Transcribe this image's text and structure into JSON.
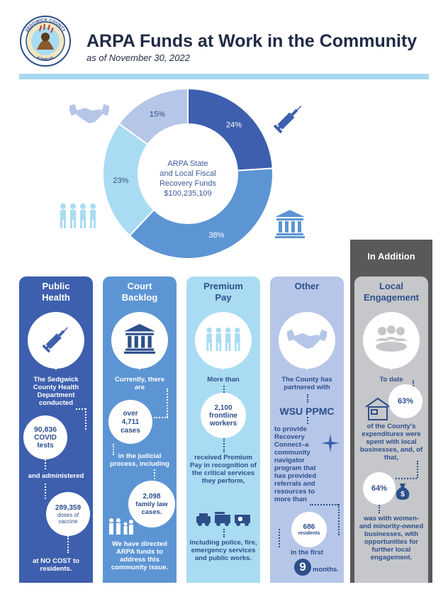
{
  "header": {
    "title": "ARPA Funds at Work in the Community",
    "subtitle": "as of November 30, 2022",
    "logo_text_top": "SEDGWICK COUNTY",
    "logo_text_bottom": "KANSAS"
  },
  "chart_data": {
    "type": "pie",
    "center_label": [
      "ARPA State",
      "and Local Fiscal",
      "Recovery Funds",
      "$100,235,109"
    ],
    "categories": [
      "Public Health",
      "Court Backlog",
      "Premium Pay",
      "Other"
    ],
    "values": [
      24,
      38,
      23,
      15
    ],
    "labels": [
      "24%",
      "38%",
      "23%",
      "15%"
    ],
    "colors": [
      "#3d5fae",
      "#5d95d4",
      "#a9dcf2",
      "#b6c6e8"
    ]
  },
  "in_addition": {
    "label": "In Addition"
  },
  "columns": {
    "public_health": {
      "title1": "Public",
      "title2": "Health",
      "text1": "The Sedgwick County Health Department conducted",
      "stat1_value": "90,836",
      "stat1_label": "COVID tests",
      "text2": "and administered",
      "stat2_value": "289,359",
      "stat2_label": "doses of vaccine",
      "text3": "at NO COST to residents.",
      "icon": "syringe-icon"
    },
    "court_backlog": {
      "title1": "Court",
      "title2": "Backlog",
      "text1": "Currently, there are",
      "stat1_value": "over 4,711",
      "stat1_label": "cases",
      "text2": "in the judicial process, including",
      "stat2_value": "2,098",
      "stat2_label": "family law cases.",
      "text3": "We have directed ARPA funds to address this community issue.",
      "icon": "courthouse-icon"
    },
    "premium_pay": {
      "title1": "Premium",
      "title2": "Pay",
      "text1": "More than",
      "stat1_value": "2,100",
      "stat1_label": "frontline workers",
      "text2": "received Premium Pay in recognition of the critical services they perform,",
      "text3": "including police, fire, emergency services and public works.",
      "icon": "workers-icon"
    },
    "other": {
      "title1": "Other",
      "text1": "The County has partnered with",
      "org": "WSU PPMC",
      "text2": "to provide Recovery Connect–a community navigator program that has provided referrals and resources to more than",
      "stat1_value": "686",
      "stat1_label": "residents",
      "text3": "in the first",
      "months_num": "9",
      "months_label": "months.",
      "icon": "handshake-icon"
    },
    "local_engagement": {
      "title1": "Local",
      "title2": "Engagement",
      "text1": "To date",
      "stat1_value": "63%",
      "text2": "of the County's expenditures were spent with local businesses, and, of that,",
      "stat2_value": "64%",
      "text3": "was with women- and minority-owned businesses, with opportunities for further local engagement.",
      "icon": "group-meeting-icon"
    }
  }
}
